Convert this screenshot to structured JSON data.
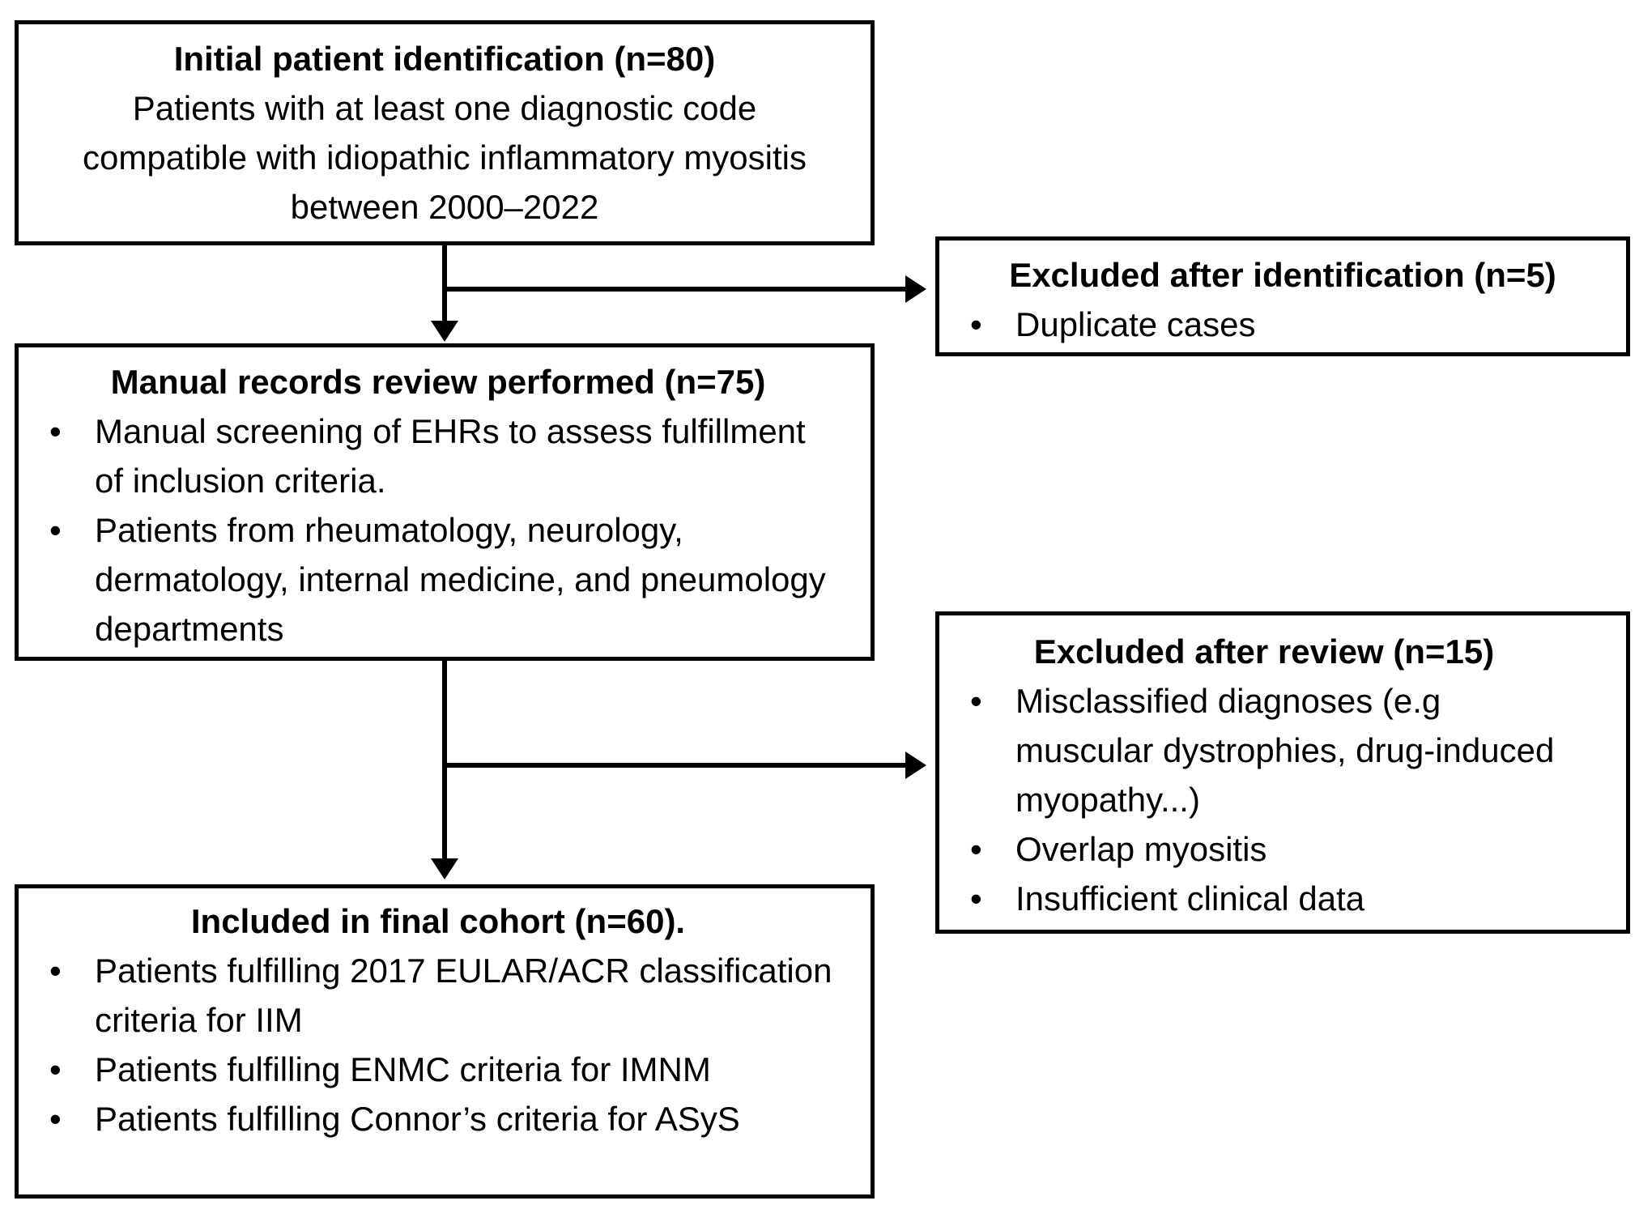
{
  "figure": {
    "type": "patient-flow-diagram",
    "background": "#ffffff",
    "line_color": "#000000",
    "text_color": "#000000"
  },
  "bullet_glyph": "•",
  "boxes": {
    "initial": {
      "title": "Initial patient identification (n=80)",
      "body": "Patients with at least one diagnostic code compatible with idiopathic inflammatory myositis between 2000–2022"
    },
    "excluded_identification": {
      "title": "Excluded after identification (n=5)",
      "bullets": [
        "Duplicate cases"
      ]
    },
    "manual_review": {
      "title": "Manual records review performed (n=75)",
      "bullets": [
        "Manual screening of EHRs to assess fulfillment of inclusion criteria.",
        "Patients from rheumatology, neurology, dermatology, internal medicine, and pneumology departments"
      ]
    },
    "excluded_review": {
      "title": "Excluded after review (n=15)",
      "bullets": [
        "Misclassified diagnoses (e.g muscular dystrophies, drug-induced myopathy...)",
        "Overlap myositis",
        "Insufficient clinical data"
      ]
    },
    "final_cohort": {
      "title": "Included in final cohort (n=60).",
      "bullets": [
        "Patients fulfilling 2017 EULAR/ACR classification criteria for IIM",
        "Patients fulfilling ENMC criteria for IMNM",
        "Patients fulfilling Connor’s criteria for ASyS"
      ]
    }
  }
}
